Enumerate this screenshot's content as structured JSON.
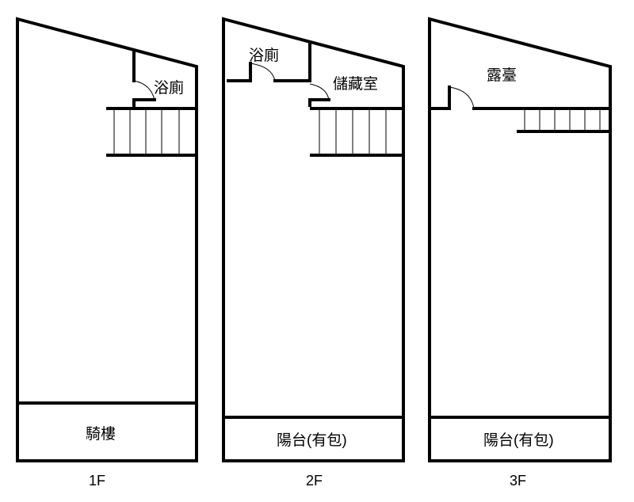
{
  "floors": [
    {
      "floor_label": "1F",
      "rooms": {
        "bathroom": "浴廁",
        "bottom": "騎樓"
      }
    },
    {
      "floor_label": "2F",
      "rooms": {
        "bathroom": "浴廁",
        "storage": "儲藏室",
        "bottom": "陽台(有包)"
      }
    },
    {
      "floor_label": "3F",
      "rooms": {
        "terrace": "露臺",
        "bottom": "陽台(有包)"
      }
    }
  ]
}
